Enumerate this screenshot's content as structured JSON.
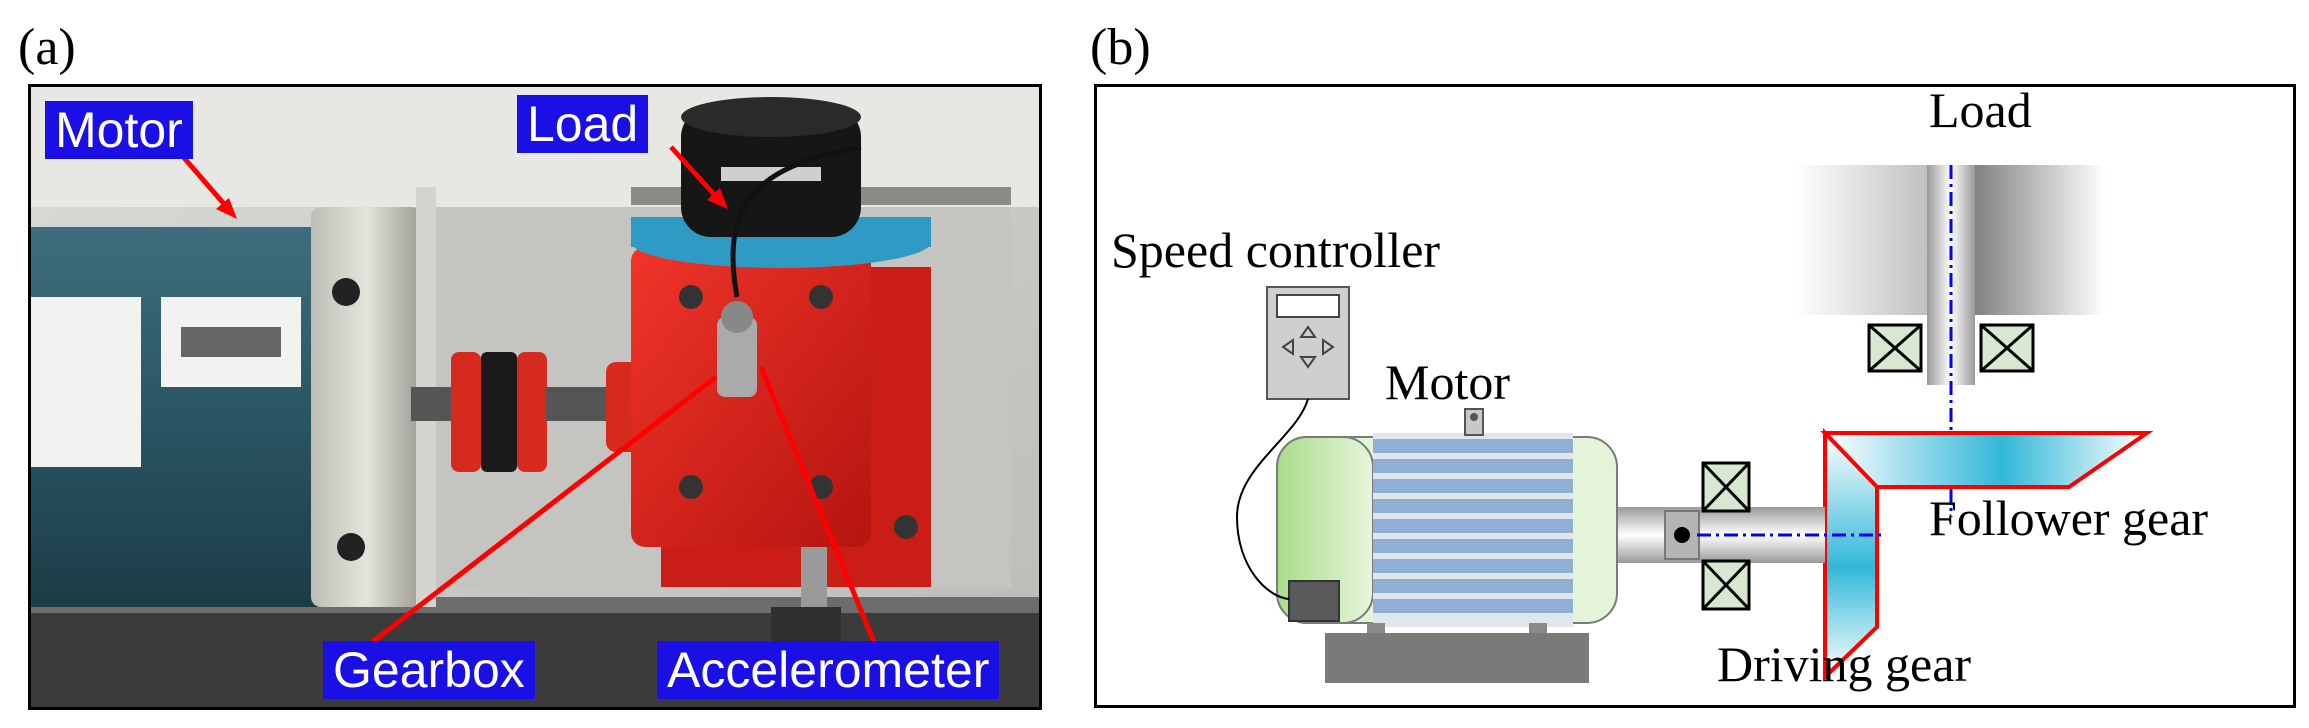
{
  "panels": {
    "a": {
      "letter": "(a)"
    },
    "b": {
      "letter": "(b)"
    }
  },
  "photo_labels": {
    "motor": "Motor",
    "load": "Load",
    "gearbox": "Gearbox",
    "accelerometer": "Accelerometer"
  },
  "schematic_labels": {
    "load": "Load",
    "speed_controller": "Speed controller",
    "motor": "Motor",
    "follower_gear": "Follower gear",
    "driving_gear": "Driving gear"
  },
  "colors": {
    "callout_bg": "#1a10e6",
    "arrow": "#ff0000",
    "gearbox_red": "#d8201a",
    "motor_body": "#2a5a6a",
    "stator_stripes": "#9ab8d8",
    "motor_end": "#c8e8b8",
    "gear_gradient": "#32b8d8",
    "gear_outline": "#ff0000",
    "centerline": "#0000ff"
  }
}
